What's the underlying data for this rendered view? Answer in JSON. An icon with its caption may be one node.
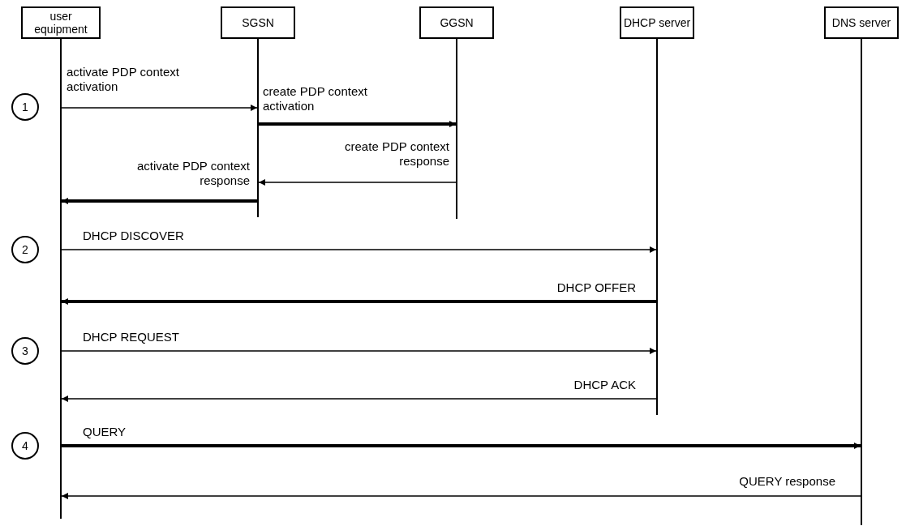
{
  "diagram": {
    "nodes": [
      {
        "text": [
          "user equipment"
        ]
      },
      {
        "text": [
          "SGSN"
        ]
      },
      {
        "text": [
          "GGSN"
        ]
      },
      {
        "text": [
          "DHCP server"
        ]
      },
      {
        "text": [
          "DNS server"
        ]
      },
      {
        "text": [
          "1"
        ]
      },
      {
        "text": [
          "2"
        ]
      },
      {
        "text": [
          "3"
        ]
      },
      {
        "text": [
          "4"
        ]
      }
    ],
    "edges": [
      {
        "from": 0,
        "to": 1,
        "arrow": "to",
        "label": "activate PDP context activation"
      },
      {
        "from": 1,
        "to": 2,
        "arrow": "to",
        "label": "create PDP context activation",
        "style": "thick"
      },
      {
        "from": 2,
        "to": 1,
        "arrow": "to",
        "label": "create PDP context response"
      },
      {
        "from": 1,
        "to": 0,
        "arrow": "to",
        "label": "activate PDP context response",
        "style": "thick"
      },
      {
        "from": 0,
        "to": 3,
        "arrow": "to",
        "label": "DHCP DISCOVER"
      },
      {
        "from": 3,
        "to": 0,
        "arrow": "to",
        "label": "DHCP OFFER",
        "style": "thick"
      },
      {
        "from": 0,
        "to": 3,
        "arrow": "to",
        "label": "DHCP REQUEST"
      },
      {
        "from": 3,
        "to": 0,
        "arrow": "to",
        "label": "DHCP ACK"
      },
      {
        "from": 0,
        "to": 4,
        "arrow": "to",
        "label": "QUERY",
        "style": "thick"
      },
      {
        "from": 4,
        "to": 0,
        "arrow": "to",
        "label": "QUERY response"
      }
    ]
  }
}
